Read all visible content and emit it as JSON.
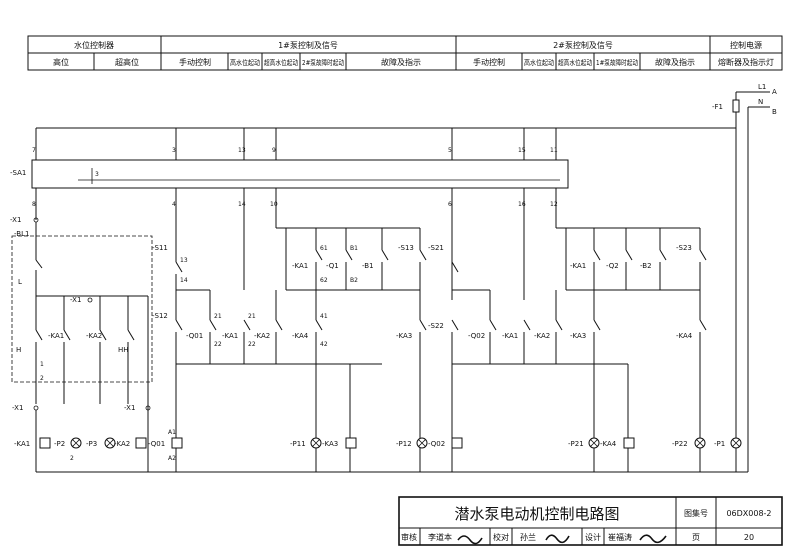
{
  "header": {
    "group_labels": [
      "水位控制器",
      "1#泵控制及信号",
      "2#泵控制及信号",
      "控制电源"
    ],
    "sub_labels": [
      "高位",
      "超高位",
      "手动控制",
      "高水位起动",
      "超高水位起动",
      "2#泵故障时起动",
      "故障及指示",
      "手动控制",
      "高水位起动",
      "超高水位起动",
      "1#泵故障时起动",
      "故障及指示",
      "熔断器及指示灯"
    ]
  },
  "components": {
    "power": [
      "L1",
      "A",
      "N",
      "B",
      "-F1"
    ],
    "switch_labels": [
      "-SA1",
      "-X1",
      "-BL1",
      "L",
      "H",
      "HH",
      "-S11",
      "-S12",
      "-S13",
      "-S21",
      "-S22",
      "-S23"
    ],
    "relay_labels": [
      "-KA1",
      "-KA2",
      "-Q1",
      "-Q2",
      "-B1",
      "-B2",
      "-Q01",
      "-Q02",
      "-KA3",
      "-KA4"
    ],
    "coil_labels": [
      "-KA1",
      "-KA2",
      "-Q01",
      "-KA3",
      "-Q02",
      "-KA4"
    ],
    "lamp_labels": [
      "-P2",
      "-P3",
      "-P11",
      "-P12",
      "-P21",
      "-P22",
      "-P1"
    ],
    "wire_numbers_top": [
      "7",
      "3",
      "13",
      "9",
      "5",
      "15",
      "11"
    ],
    "wire_numbers_mid": [
      "8",
      "4",
      "14",
      "10",
      "6",
      "16",
      "12"
    ],
    "terminal_numbers": [
      "1",
      "2",
      "3",
      "13",
      "14",
      "21",
      "22",
      "41",
      "42",
      "61",
      "62",
      "B1",
      "B2",
      "A1",
      "A2"
    ]
  },
  "title_block": {
    "title": "潜水泵电动机控制电路图",
    "set_label": "图集号",
    "set_number": "06DX008-2",
    "roles": [
      "审核",
      "李道本",
      "校对",
      "孙兰",
      "设计",
      "崔福涛"
    ],
    "page_label": "页",
    "page_number": "20"
  }
}
